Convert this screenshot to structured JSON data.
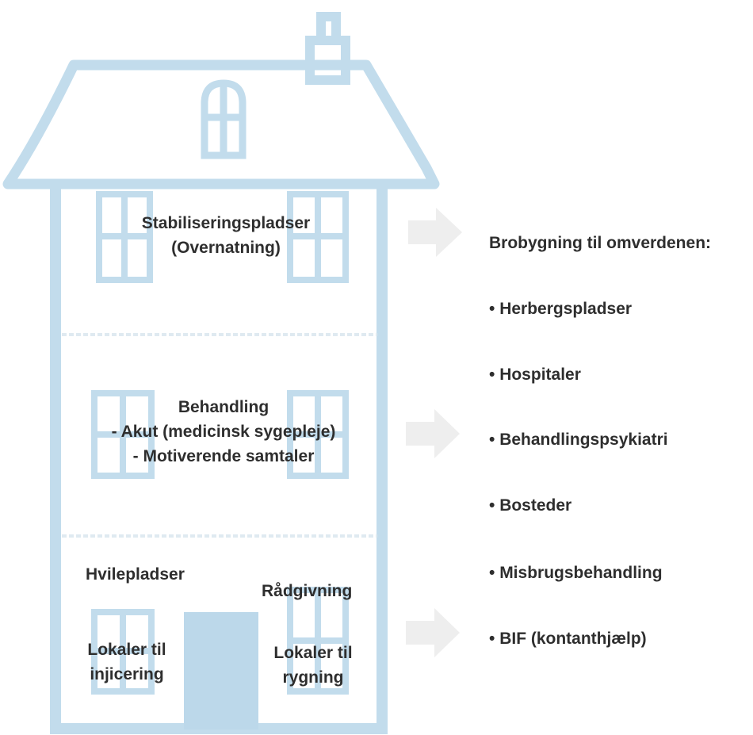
{
  "house": {
    "top_floor": {
      "line1": "Stabiliseringspladser",
      "line2": "(Overnatning)"
    },
    "middle_floor": {
      "line1": "Behandling",
      "line2": "- Akut (medicinsk sygepleje)",
      "line3": "- Motiverende samtaler"
    },
    "ground_floor": {
      "rest": "Hvilepladser",
      "counsel": "Rådgivning",
      "injection_1": "Lokaler til",
      "injection_2": "injicering",
      "smoking_1": "Lokaler til",
      "smoking_2": "rygning"
    }
  },
  "bridge": {
    "heading": "Brobygning til omverdenen:",
    "items": [
      "Herbergspladser",
      "Hospitaler",
      "Behandlingspsykiatri",
      "Bosteder",
      "Misbrugsbehandling",
      "BIF (kontanthjælp)"
    ]
  },
  "colors": {
    "outline": "#c2dcec",
    "door": "#bcd8ea",
    "arrow": "#eeeeee",
    "text": "#2e2e2e"
  }
}
